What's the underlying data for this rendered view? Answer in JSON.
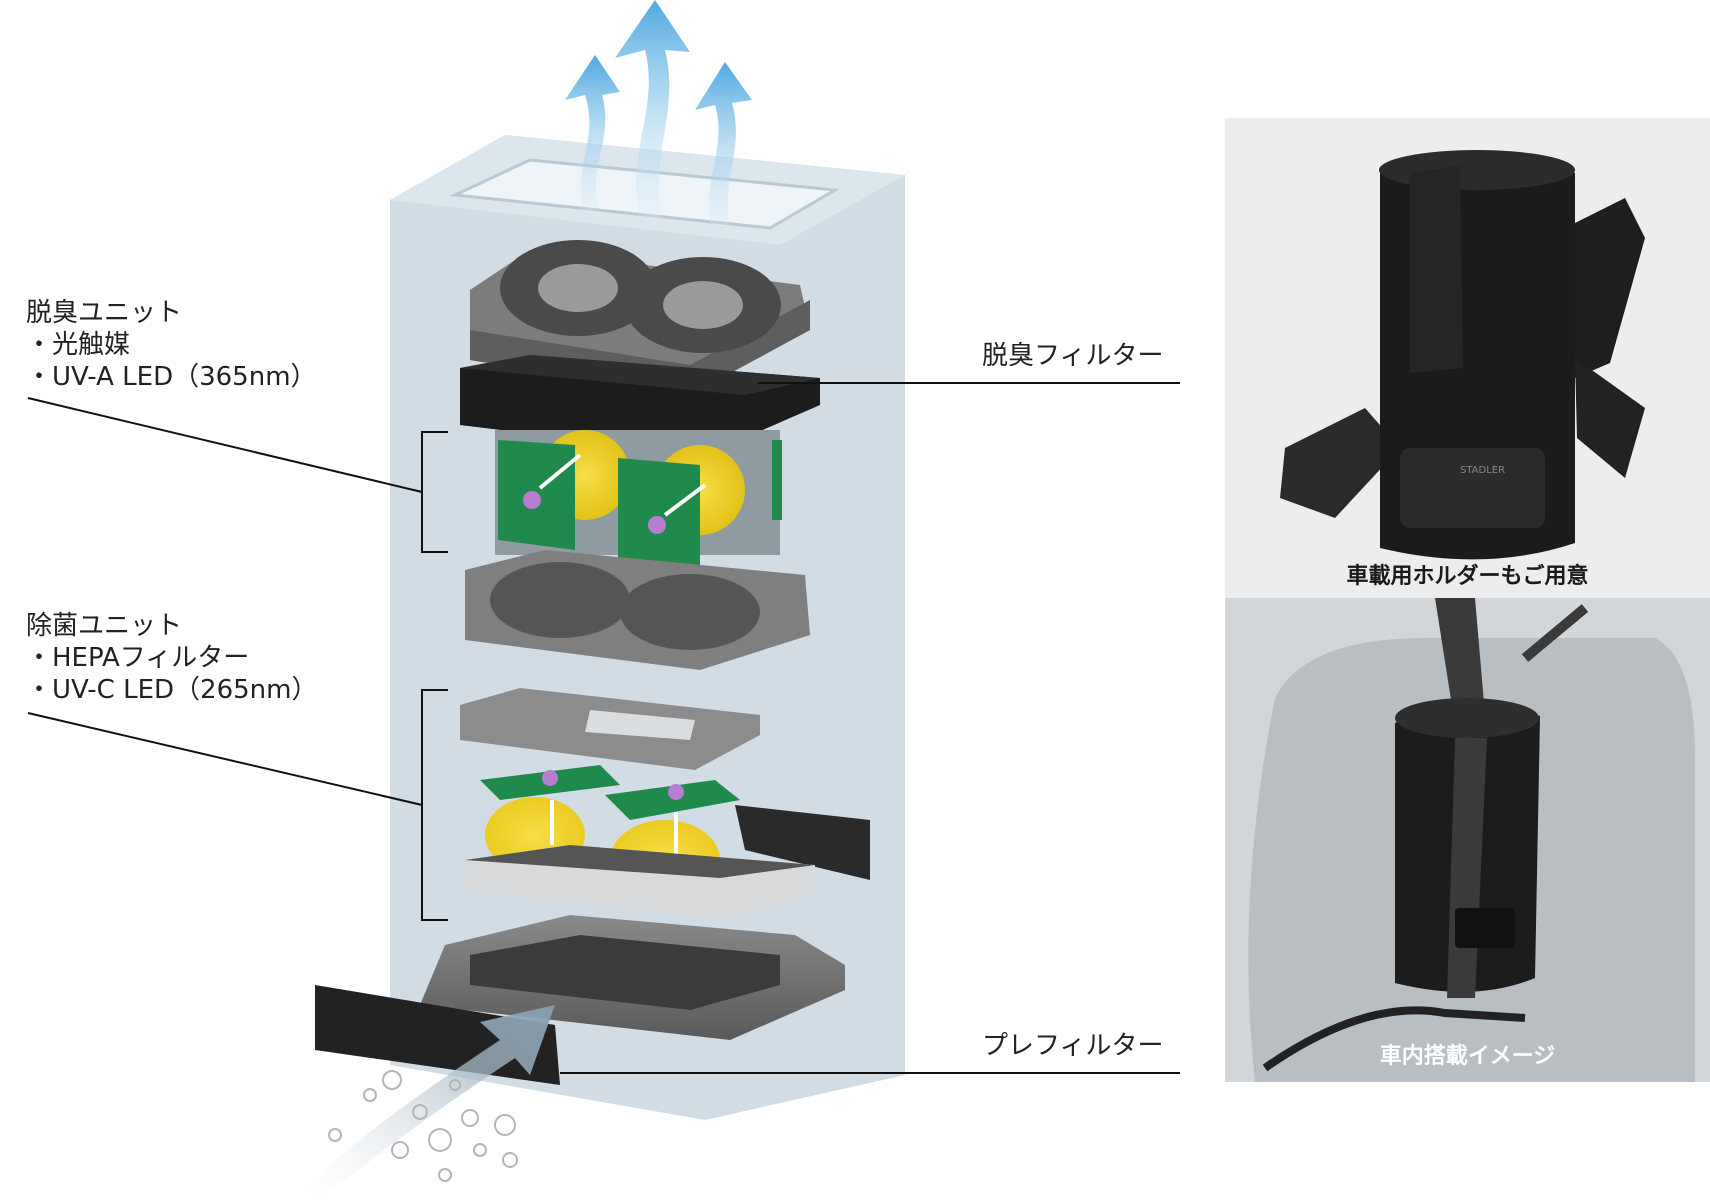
{
  "labels": {
    "deodor_unit": {
      "title": "脱臭ユニット",
      "items": [
        "・光触媒",
        "・UV-A LED（365nm）"
      ]
    },
    "sterilize_unit": {
      "title": "除菌ユニット",
      "items": [
        "・HEPAフィルター",
        "・UV-C LED（265nm）"
      ]
    },
    "deodor_filter": "脱臭フィルター",
    "pre_filter": "プレフィルター"
  },
  "photos": {
    "holder": {
      "caption": "車載用ホルダーもご用意",
      "brand": "STADLER"
    },
    "car": {
      "caption": "車内搭載イメージ"
    }
  },
  "colors": {
    "housing": "#c9d6df",
    "airflow": "#5aaee0",
    "pcb": "#1f8a4c",
    "uv_glow": "#f2d21a",
    "led": "#b77dd1",
    "text": "#222222"
  }
}
